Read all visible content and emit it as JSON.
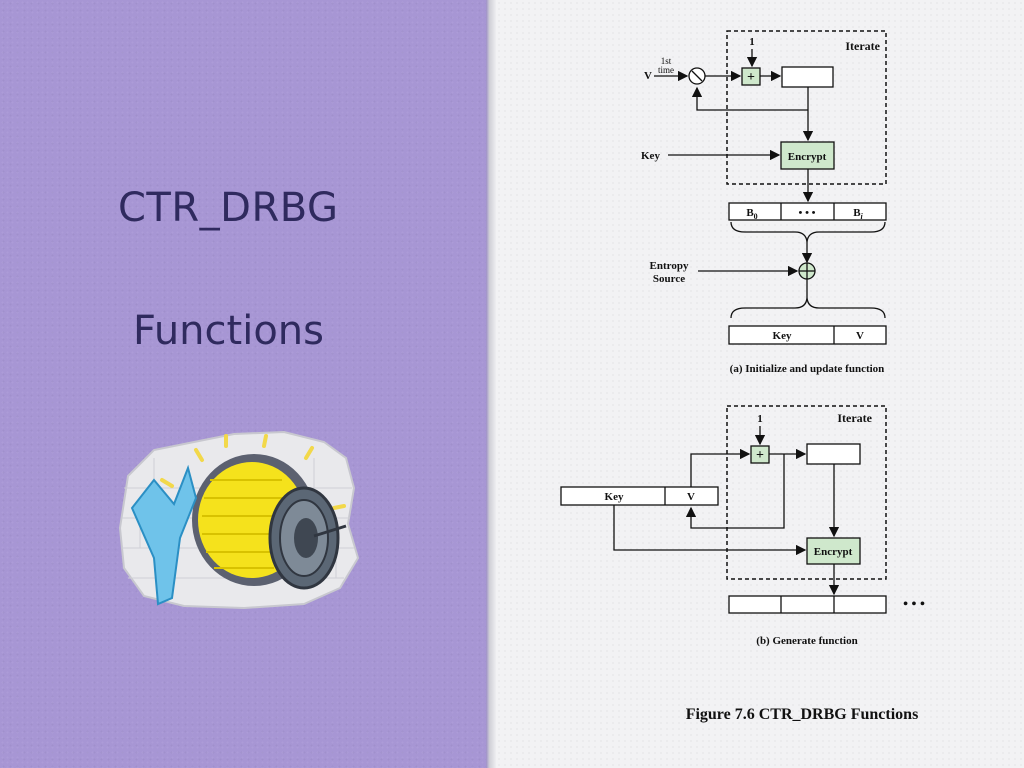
{
  "slide": {
    "title": "CTR_DRBG",
    "subtitle": "Functions"
  },
  "clipart": {
    "icon": "vault-safe-icon"
  },
  "diagram": {
    "part_a": {
      "iterate_label": "Iterate",
      "increment_input": "1",
      "first_time_label_line1": "1st",
      "first_time_label_line2": "time",
      "v_input_label": "V",
      "key_input_label": "Key",
      "encrypt_label": "Encrypt",
      "block_first": "B",
      "block_first_sub": "0",
      "block_dots": "• • •",
      "block_last": "B",
      "block_last_sub": "i",
      "entropy_line1": "Entropy",
      "entropy_line2": "Source",
      "out_key": "Key",
      "out_v": "V",
      "caption": "(a) Initialize and update function"
    },
    "part_b": {
      "iterate_label": "Iterate",
      "increment_input": "1",
      "state_key": "Key",
      "state_v": "V",
      "encrypt_label": "Encrypt",
      "trailing_dots": "• • •",
      "caption": "(b) Generate function"
    },
    "figure_caption": "Figure 7.6  CTR_DRBG Functions",
    "colors": {
      "encrypt_fill": "#cfe8cc",
      "plus_fill": "#cfe8cc",
      "line": "#111111"
    }
  }
}
